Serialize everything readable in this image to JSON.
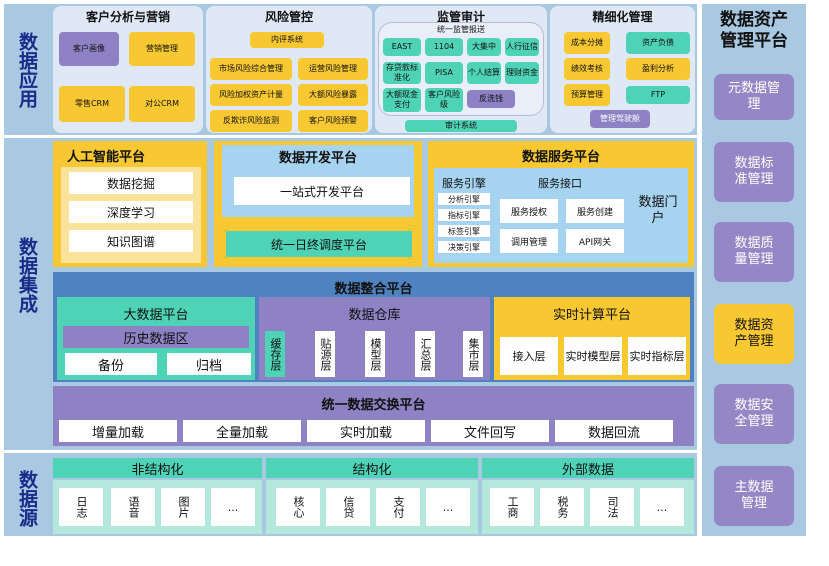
{
  "rows": {
    "app_label": "数据应用",
    "integration_label": "数据集成",
    "source_label": "数据源"
  },
  "app": {
    "customer": {
      "title": "客户分析与营销",
      "items": [
        "客户画像",
        "营销管理",
        "零售CRM",
        "对公CRM"
      ]
    },
    "risk": {
      "title": "风险管控",
      "top": "内评系统",
      "items": [
        "市场风险综合管理",
        "运营风险管理",
        "风险加权资产计量",
        "大额风险暴露",
        "反欺诈风险监测",
        "客户风险预警"
      ]
    },
    "audit": {
      "title": "监管审计",
      "group_label": "统一监管报送",
      "items": [
        "EAST",
        "1104",
        "大集中",
        "人行征信",
        "存贷款标准化",
        "PISA",
        "个人结算",
        "理财资金",
        "大额现金支付",
        "客户风险级",
        "反洗钱"
      ],
      "bottom": "审计系统"
    },
    "refine": {
      "title": "精细化管理",
      "items": [
        "成本分摊",
        "资产负债",
        "绩效考核",
        "盈利分析",
        "预算管理",
        "FTP",
        "管理驾驶舱"
      ]
    }
  },
  "integration": {
    "ai": {
      "title": "人工智能平台",
      "items": [
        "数据挖掘",
        "深度学习",
        "知识图谱"
      ]
    },
    "dev": {
      "title": "数据开发平台",
      "items": [
        "一站式开发平台",
        "统一日终调度平台"
      ]
    },
    "service": {
      "title": "数据服务平台",
      "engine_title": "服务引擎",
      "engines": [
        "分析引擎",
        "指标引擎",
        "标签引擎",
        "决策引擎"
      ],
      "iface_title": "服务接口",
      "ifaces": [
        "服务授权",
        "服务创建",
        "调用管理",
        "API网关"
      ],
      "portal": "数据门户"
    },
    "integrate": {
      "title": "数据整合平台",
      "bigdata": {
        "title": "大数据平台",
        "history": "历史数据区",
        "items": [
          "备份",
          "归档"
        ]
      },
      "warehouse": {
        "title": "数据仓库",
        "layers": [
          "缓存层",
          "贴源层",
          "模型层",
          "汇总层",
          "集市层"
        ]
      },
      "realtime": {
        "title": "实时计算平台",
        "layers": [
          "接入层",
          "实时模型层",
          "实时指标层"
        ]
      }
    },
    "exchange": {
      "title": "统一数据交换平台",
      "items": [
        "增量加载",
        "全量加载",
        "实时加载",
        "文件回写",
        "数据回流"
      ]
    }
  },
  "source": {
    "unstructured": {
      "title": "非结构化",
      "items": [
        "日志",
        "语音",
        "图片",
        "..."
      ]
    },
    "structured": {
      "title": "结构化",
      "items": [
        "核心",
        "信贷",
        "支付",
        "..."
      ]
    },
    "external": {
      "title": "外部数据",
      "items": [
        "工商",
        "税务",
        "司法",
        "..."
      ]
    }
  },
  "asset": {
    "title": "数据资产管理平台",
    "items": [
      "元数据管理",
      "数据标准管理",
      "数据质量管理",
      "数据资产管理",
      "数据安全管理",
      "主数据管理"
    ]
  },
  "colors": {
    "band": "#a9c8e2",
    "label": "#1b2b8a",
    "purple": "#8e82c4",
    "yellow": "#f7c831",
    "teal": "#4fd3b6",
    "realtime_band": "#4f82c0"
  }
}
